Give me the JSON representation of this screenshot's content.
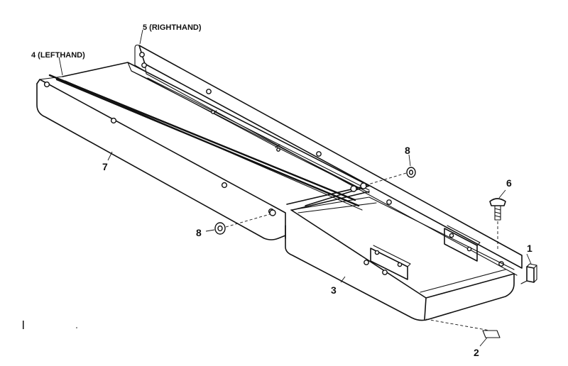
{
  "callouts": {
    "c1": "1",
    "c2": "2",
    "c3": "3",
    "c4": "4 (LEFTHAND)",
    "c5": "5 (RIGHTHAND)",
    "c6": "6",
    "c7": "7",
    "c8a": "8",
    "c8b": "8"
  }
}
